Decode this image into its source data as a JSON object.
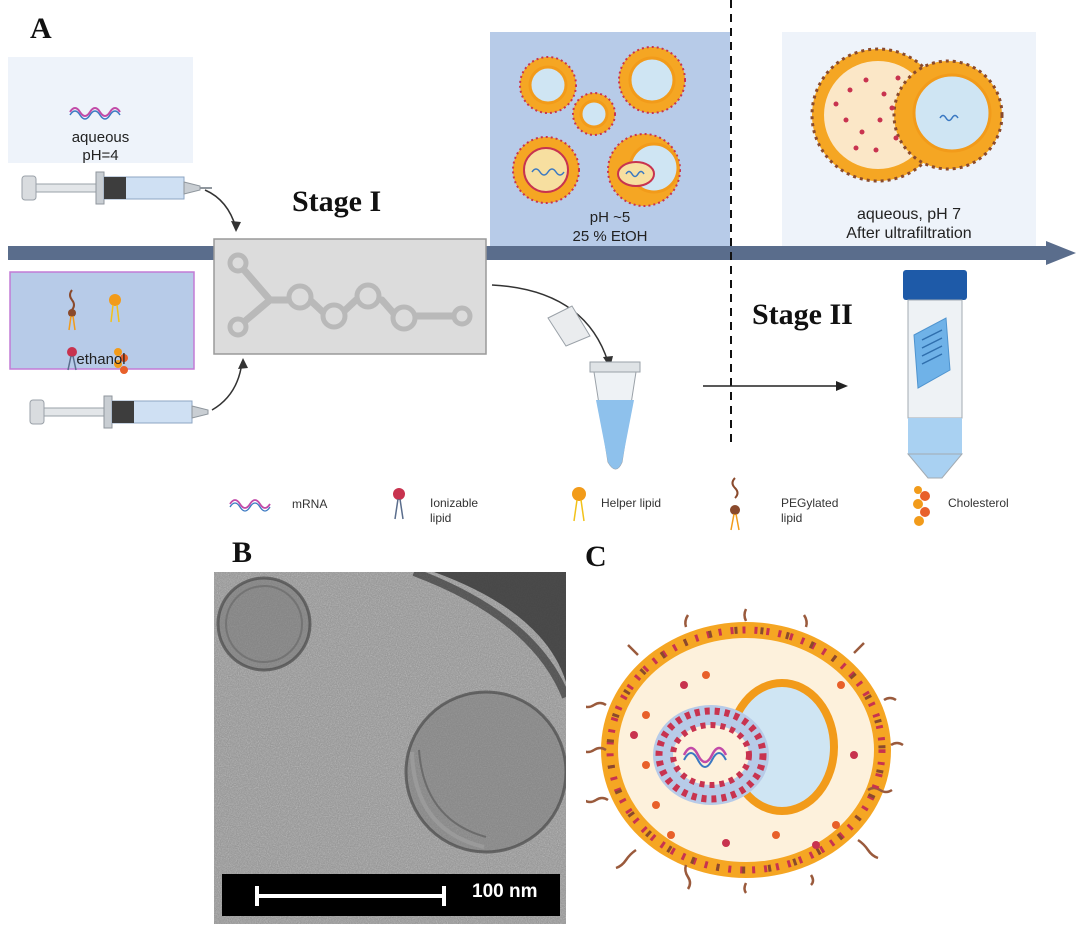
{
  "panels": {
    "a": "A",
    "b": "B",
    "c": "C"
  },
  "stages": {
    "stage1": "Stage I",
    "stage2": "Stage II"
  },
  "aqueous_box": {
    "line1": "aqueous",
    "line2": "pH=4"
  },
  "ethanol_box": {
    "label": "ethanol"
  },
  "stage1_box": {
    "line1": "pH ~5",
    "line2": "25 % EtOH"
  },
  "stage2_box": {
    "line1": "aqueous,   pH 7",
    "line2": "After ultrafiltration"
  },
  "legend": [
    {
      "label": "mRNA",
      "icon": "mrna-icon"
    },
    {
      "label": "Ionizable\nlipid",
      "icon": "ionizable-lipid-icon"
    },
    {
      "label": "Helper lipid",
      "icon": "helper-lipid-icon"
    },
    {
      "label": "PEGylated\nlipid",
      "icon": "pegylated-lipid-icon"
    },
    {
      "label": "Cholesterol",
      "icon": "cholesterol-icon"
    }
  ],
  "micrograph": {
    "scale_label": "100 nm"
  },
  "colors": {
    "arrow": "#5a6d8c",
    "box_blue": "#b7cbe8",
    "box_light": "#eef3fa",
    "ionizable": "#c8334f",
    "helper": "#f29b1a",
    "peg": "#8a4a2c",
    "mrna": "#3a78c2"
  }
}
